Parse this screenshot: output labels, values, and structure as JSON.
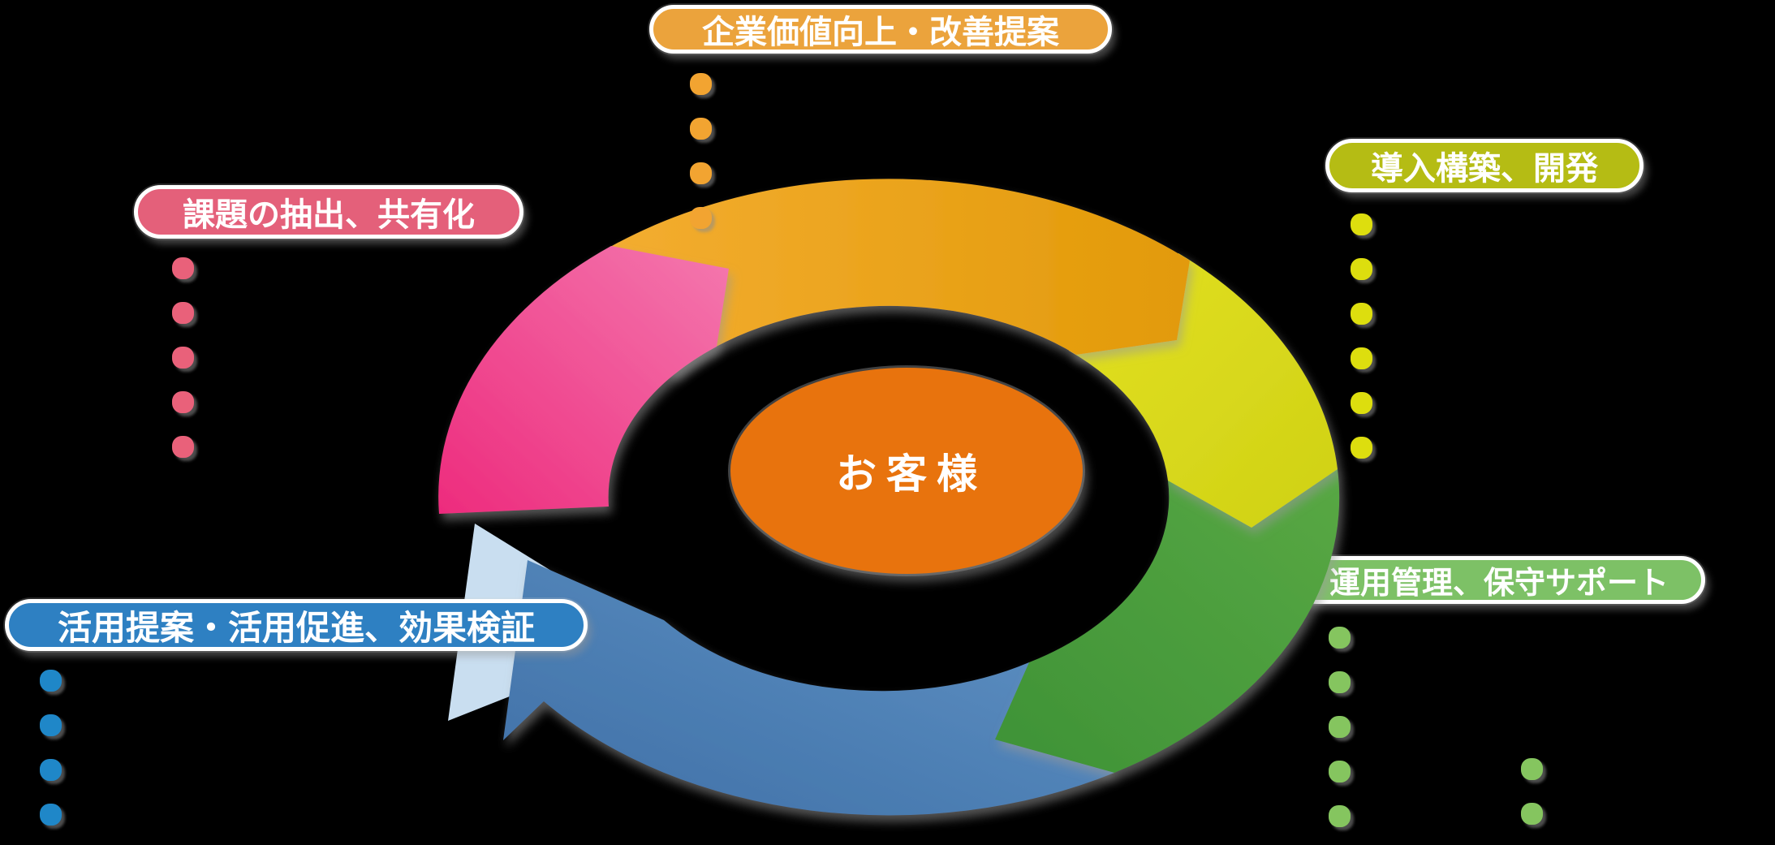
{
  "diagram": {
    "type": "cycle-diagram",
    "background_color": "#000000",
    "center": {
      "label": "お客様",
      "fill_color": "#E8730D",
      "text_color": "#FFFFFF"
    }
  },
  "stages": [
    {
      "id": "improvement",
      "position": "top",
      "label": "企業価値向上・改善提案",
      "pill_color": "#EBA33C",
      "arrow_color": "#EDA31F"
    },
    {
      "id": "deployment",
      "position": "right-top",
      "label": "導入構築、開発",
      "pill_color": "#B5BC14",
      "arrow_color": "#DCDA1E"
    },
    {
      "id": "operation",
      "position": "right-bottom",
      "label": "運用管理、保守サポート",
      "pill_color": "#7DC166",
      "arrow_color": "#4BA03C"
    },
    {
      "id": "utilization",
      "position": "bottom-left",
      "label": "活用提案・活用促進、効果検証",
      "pill_color": "#2E80C2",
      "arrow_color": "#4B7DB4"
    },
    {
      "id": "issues",
      "position": "left",
      "label": "課題の抽出、共有化",
      "pill_color": "#E4607A",
      "arrow_color": "#EE3A86"
    }
  ],
  "connectors": {
    "top_orange": {
      "count": 4,
      "color": "#F2A431"
    },
    "left_pink": {
      "count": 5,
      "color": "#E9617A"
    },
    "right_yellow": {
      "count": 6,
      "color": "#DDDE0E"
    },
    "right_green": {
      "count": 5,
      "color": "#85C55F"
    },
    "far_right_green": {
      "count": 2,
      "color": "#85C55F"
    },
    "left_blue": {
      "count": 4,
      "color": "#1F87C8"
    }
  }
}
